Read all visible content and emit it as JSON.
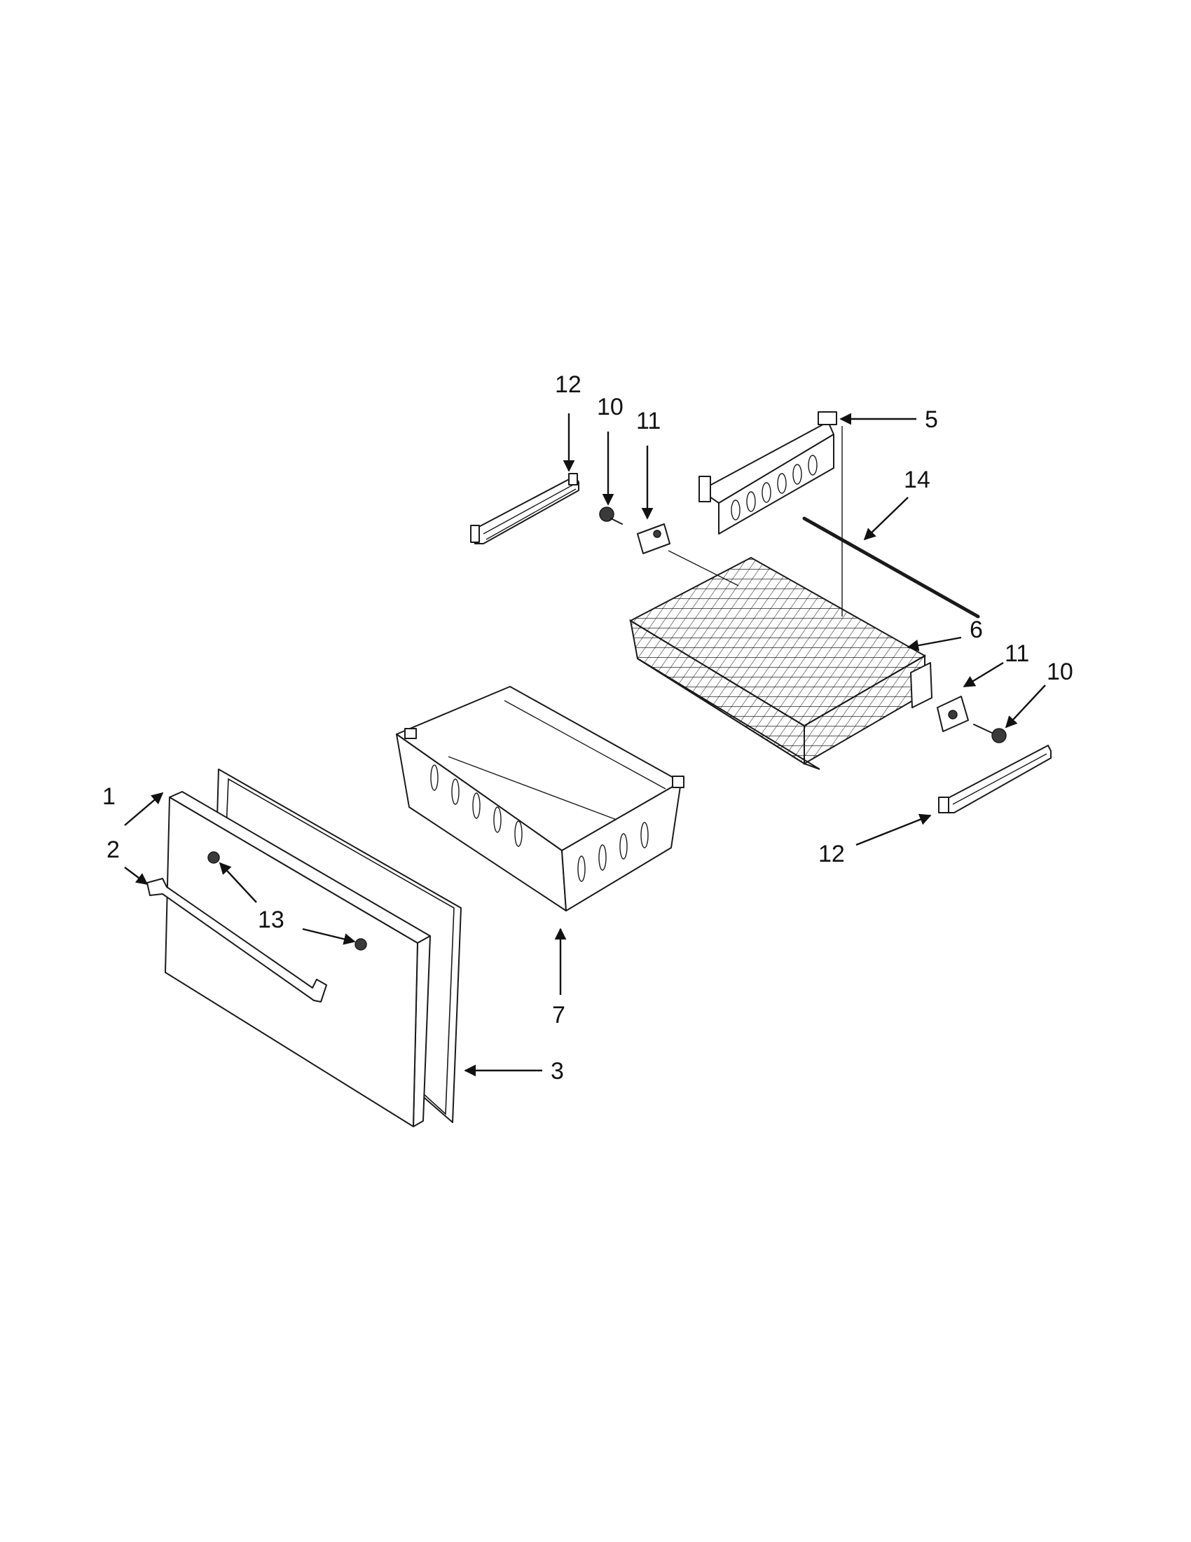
{
  "callouts": [
    {
      "id": "c1",
      "text": "1"
    },
    {
      "id": "c2",
      "text": "2"
    },
    {
      "id": "c3",
      "text": "3"
    },
    {
      "id": "c5",
      "text": "5"
    },
    {
      "id": "c6",
      "text": "6"
    },
    {
      "id": "c7",
      "text": "7"
    },
    {
      "id": "c10a",
      "text": "10"
    },
    {
      "id": "c10b",
      "text": "10"
    },
    {
      "id": "c11a",
      "text": "11"
    },
    {
      "id": "c11b",
      "text": "11"
    },
    {
      "id": "c12a",
      "text": "12"
    },
    {
      "id": "c12b",
      "text": "12"
    },
    {
      "id": "c13",
      "text": "13"
    },
    {
      "id": "c14",
      "text": "14"
    }
  ]
}
